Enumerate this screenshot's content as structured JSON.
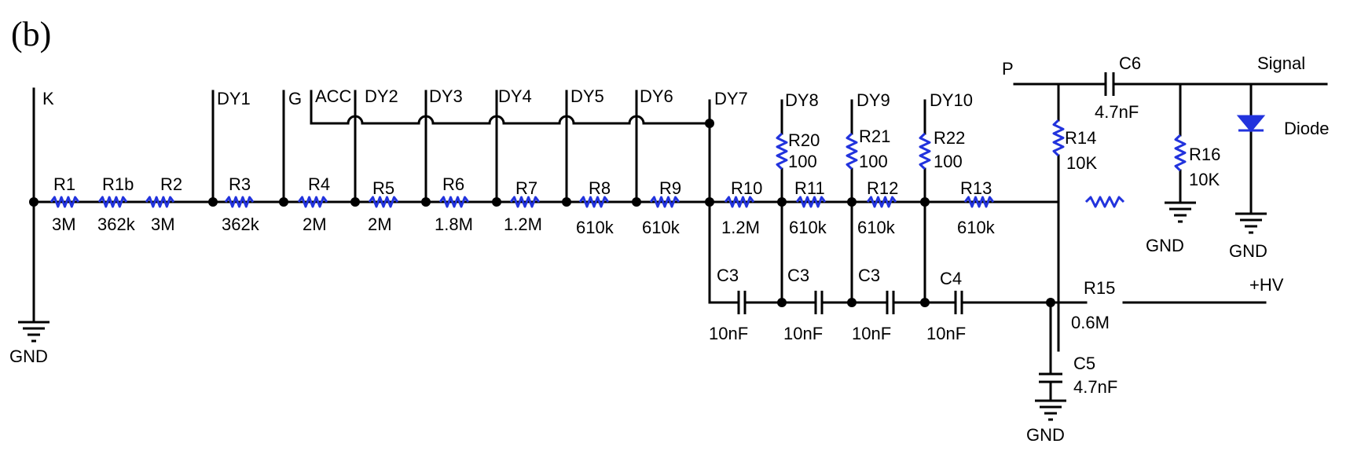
{
  "panel_label": "(b)",
  "terminals": {
    "K": "K",
    "DY1": "DY1",
    "G": "G",
    "ACC": "ACC",
    "DY2": "DY2",
    "DY3": "DY3",
    "DY4": "DY4",
    "DY5": "DY5",
    "DY6": "DY6",
    "DY7": "DY7",
    "DY8": "DY8",
    "DY9": "DY9",
    "DY10": "DY10",
    "P": "P",
    "Signal": "Signal",
    "HV": "+HV"
  },
  "resistors": {
    "R1": {
      "name": "R1",
      "value": "3M"
    },
    "R1b": {
      "name": "R1b",
      "value": "362k"
    },
    "R2": {
      "name": "R2",
      "value": "3M"
    },
    "R3": {
      "name": "R3",
      "value": "362k"
    },
    "R4": {
      "name": "R4",
      "value": "2M"
    },
    "R5": {
      "name": "R5",
      "value": "2M"
    },
    "R6": {
      "name": "R6",
      "value": "1.8M"
    },
    "R7": {
      "name": "R7",
      "value": "1.2M"
    },
    "R8": {
      "name": "R8",
      "value": "610k"
    },
    "R9": {
      "name": "R9",
      "value": "610k"
    },
    "R10": {
      "name": "R10",
      "value": "1.2M"
    },
    "R11": {
      "name": "R11",
      "value": "610k"
    },
    "R12": {
      "name": "R12",
      "value": "610k"
    },
    "R13": {
      "name": "R13",
      "value": "610k"
    },
    "R14": {
      "name": "R14",
      "value": "10K"
    },
    "R15": {
      "name": "R15",
      "value": "0.6M"
    },
    "R16": {
      "name": "R16",
      "value": "10K"
    },
    "R20": {
      "name": "R20",
      "value": "100"
    },
    "R21": {
      "name": "R21",
      "value": "100"
    },
    "R22": {
      "name": "R22",
      "value": "100"
    }
  },
  "capacitors": {
    "C3a": {
      "name": "C3",
      "value": "10nF"
    },
    "C3b": {
      "name": "C3",
      "value": "10nF"
    },
    "C3c": {
      "name": "C3",
      "value": "10nF"
    },
    "C4": {
      "name": "C4",
      "value": "10nF"
    },
    "C5": {
      "name": "C5",
      "value": "4.7nF"
    },
    "C6": {
      "name": "C6",
      "value": "4.7nF"
    }
  },
  "diode_label": "Diode",
  "gnd_label": "GND",
  "colors": {
    "resistor": "#2233dd",
    "diode": "#2233dd",
    "wire": "#000000"
  }
}
